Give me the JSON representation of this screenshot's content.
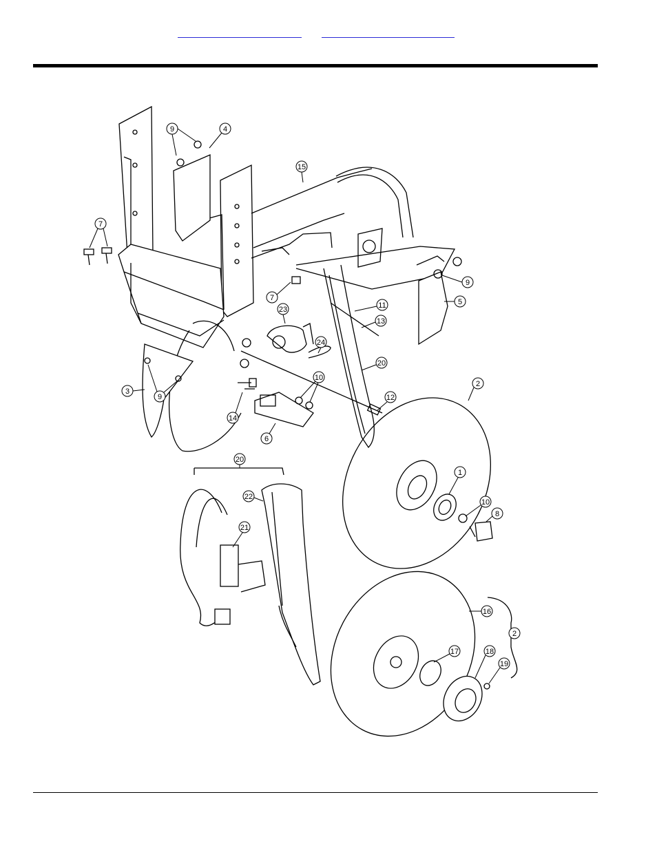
{
  "nav": {
    "links": [
      {
        "label": ""
      },
      {
        "label": ""
      }
    ]
  },
  "callouts": [
    {
      "num": "1"
    },
    {
      "num": "2"
    },
    {
      "num": "2"
    },
    {
      "num": "3"
    },
    {
      "num": "4"
    },
    {
      "num": "5"
    },
    {
      "num": "6"
    },
    {
      "num": "7"
    },
    {
      "num": "7"
    },
    {
      "num": "8"
    },
    {
      "num": "9"
    },
    {
      "num": "9"
    },
    {
      "num": "9"
    },
    {
      "num": "10"
    },
    {
      "num": "10"
    },
    {
      "num": "11"
    },
    {
      "num": "12"
    },
    {
      "num": "13"
    },
    {
      "num": "14"
    },
    {
      "num": "15"
    },
    {
      "num": "16"
    },
    {
      "num": "17"
    },
    {
      "num": "18"
    },
    {
      "num": "19"
    },
    {
      "num": "20"
    },
    {
      "num": "20"
    },
    {
      "num": "21"
    },
    {
      "num": "22"
    },
    {
      "num": "23"
    },
    {
      "num": "24"
    }
  ]
}
